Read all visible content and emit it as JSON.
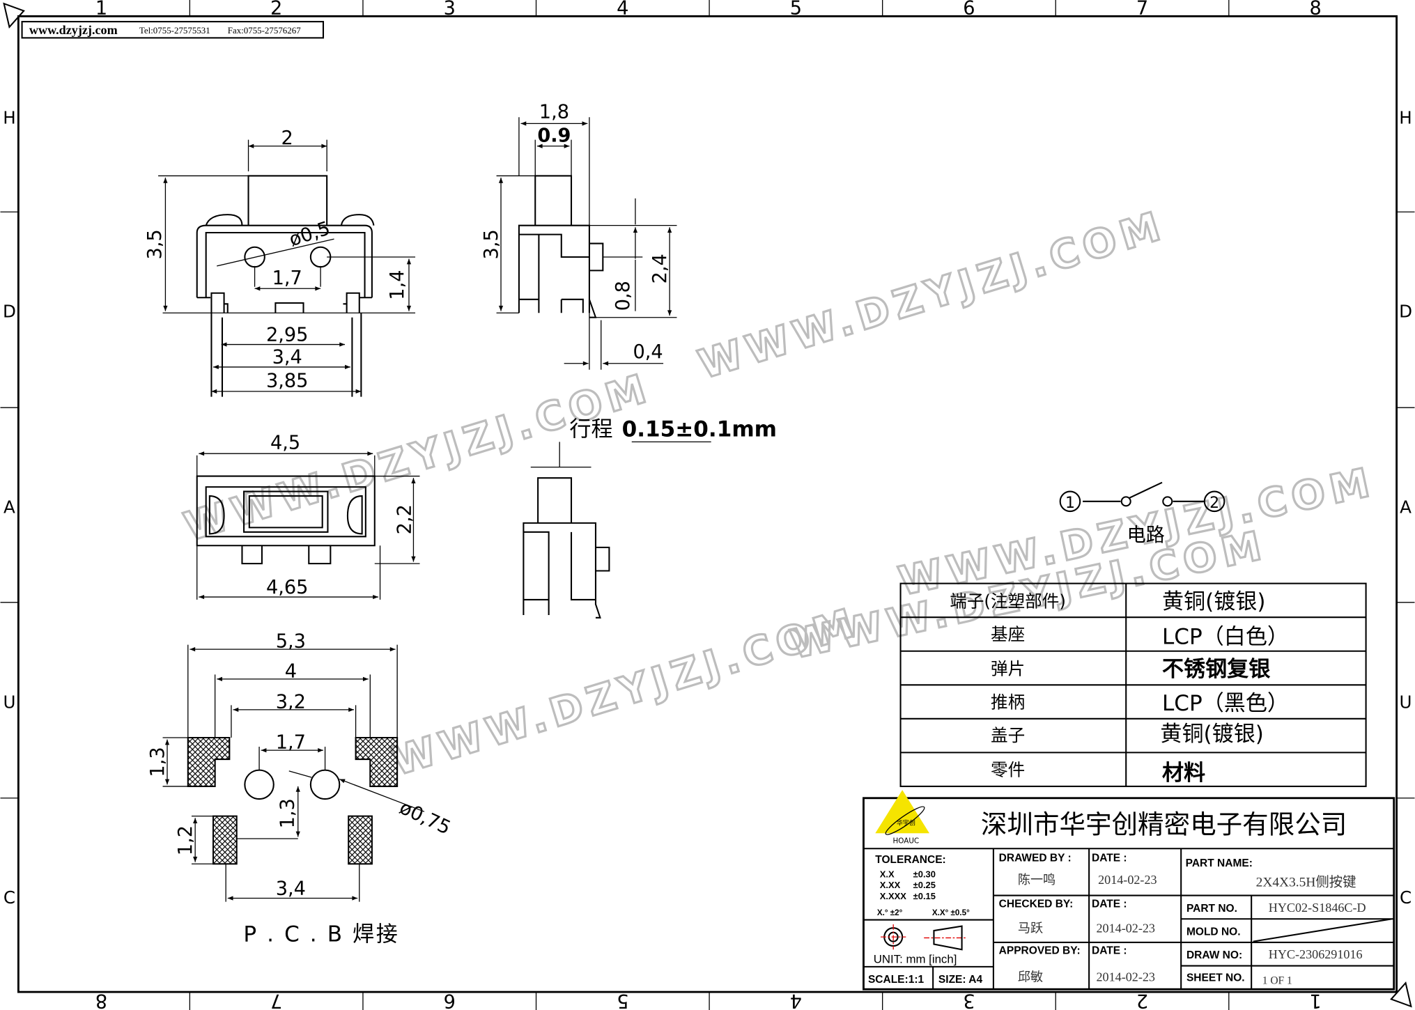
{
  "header": {
    "website": "www.dzyjzj.com",
    "tel": "Tel:0755-27575531",
    "fax": "Fax:0755-27576267"
  },
  "grid": {
    "columns": [
      "1",
      "2",
      "3",
      "4",
      "5",
      "6",
      "7",
      "8"
    ],
    "rows": [
      "H",
      "D",
      "A",
      "U",
      "C"
    ]
  },
  "watermark": "WWW.DZYJZJ.COM",
  "front_view": {
    "d_button": "2",
    "d_height": "3,5",
    "d_hole": "ø0,5",
    "d_hole_pitch": "1,7",
    "d_hole_height": "1,4",
    "d_295": "2,95",
    "d_34": "3,4",
    "d_385": "3,85"
  },
  "side_view": {
    "d_18": "1,8",
    "d_09": "0.9",
    "d_35": "3,5",
    "d_24": "2,4",
    "d_08": "0,8",
    "d_04": "0,4"
  },
  "travel": {
    "label": "行程",
    "value": "0.15±0.1mm"
  },
  "top_view": {
    "d_45": "4,5",
    "d_22": "2,2",
    "d_465": "4,65"
  },
  "pcb": {
    "d_53": "5,3",
    "d_4": "4",
    "d_32": "3,2",
    "d_17": "1,7",
    "d_13a": "1,3",
    "d_13b": "1,3",
    "d_12": "1,2",
    "d_075": "ø0,75",
    "d_34": "3,4",
    "label": "P . C . B  焊接"
  },
  "circuit": {
    "pin1": "1",
    "pin2": "2",
    "label": "电路"
  },
  "materials": {
    "rows": [
      {
        "part": "端子(注塑部件)",
        "material": "黄铜(镀银)"
      },
      {
        "part": "基座",
        "material": "LCP（白色）"
      },
      {
        "part": "弹片",
        "material": "不锈钢复银"
      },
      {
        "part": "推柄",
        "material": "LCP（黑色）"
      },
      {
        "part": "盖子",
        "material": "黄铜(镀银)"
      },
      {
        "part": "零件",
        "material": "材料"
      }
    ]
  },
  "title_block": {
    "logo_text": "华宇创",
    "logo_brand": "HOAUC",
    "company": "深圳市华宇创精密电子有限公司",
    "tolerance_label": "TOLERANCE:",
    "tolerances": [
      {
        "fmt": "X.X",
        "val": "±0.30"
      },
      {
        "fmt": "X.XX",
        "val": "±0.25"
      },
      {
        "fmt": "X.XXX",
        "val": "±0.15"
      }
    ],
    "angle_tol_1": "X.° ±2°",
    "angle_tol_2": "X.X° ±0.5°",
    "unit": "UNIT:  mm  [inch]",
    "scale": "SCALE:1:1",
    "size": "SIZE:  A4",
    "drawed_by_label": "DRAWED  BY :",
    "drawed_by": "陈一鸣",
    "checked_by_label": "CHECKED  BY:",
    "checked_by": "马跃",
    "approved_by_label": "APPROVED  BY:",
    "approved_by": "邱敏",
    "date_label": "DATE  :",
    "date_drawed": "2014-02-23",
    "date_checked": "2014-02-23",
    "date_approved": "2014-02-23",
    "part_name_label": "PART  NAME:",
    "part_name": "2X4X3.5H侧按键",
    "part_no_label": "PART  NO.",
    "part_no": "HYC02-S1846C-D",
    "mold_no_label": "MOLD  NO.",
    "draw_no_label": "DRAW  NO:",
    "draw_no": "HYC-2306291016",
    "sheet_no_label": "SHEET  NO.",
    "sheet_no": "1  OF  1"
  },
  "colors": {
    "logo_yellow": "#f5e400",
    "center_mark": "#e00000",
    "watermark": "#bdbdbd"
  }
}
